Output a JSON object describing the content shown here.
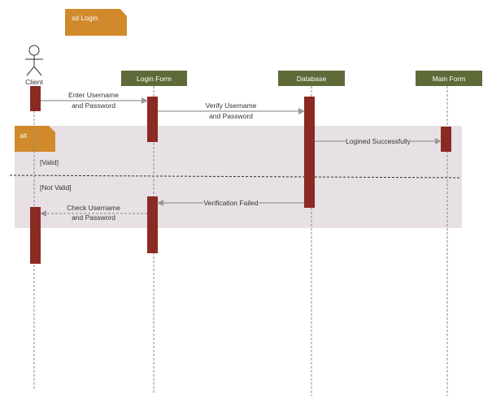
{
  "diagram": {
    "title": "sd Login",
    "actor": {
      "name": "Client"
    },
    "lifelines": {
      "login_form": "Login Form",
      "database": "Database",
      "main_form": "Main Form"
    },
    "fragment": {
      "operator": "alt",
      "guard_valid": "[Valid]",
      "guard_not_valid": "[Not Valid]"
    },
    "messages": {
      "m1": {
        "line1": "Enter Username",
        "line2": "and Password"
      },
      "m2": {
        "line1": "Verify Username",
        "line2": "and Password"
      },
      "m3": {
        "line1": "Logined Successfully"
      },
      "m4": {
        "line1": "Verification Failed"
      },
      "m5": {
        "line1": "Check Username",
        "line2": "and Password"
      }
    },
    "colors": {
      "frame_tab": "#d08a2b",
      "lifeline_header": "#5e6a38",
      "activation": "#8b2a22",
      "fragment_bg": "#e7e1e6",
      "arrow": "#999999"
    }
  }
}
